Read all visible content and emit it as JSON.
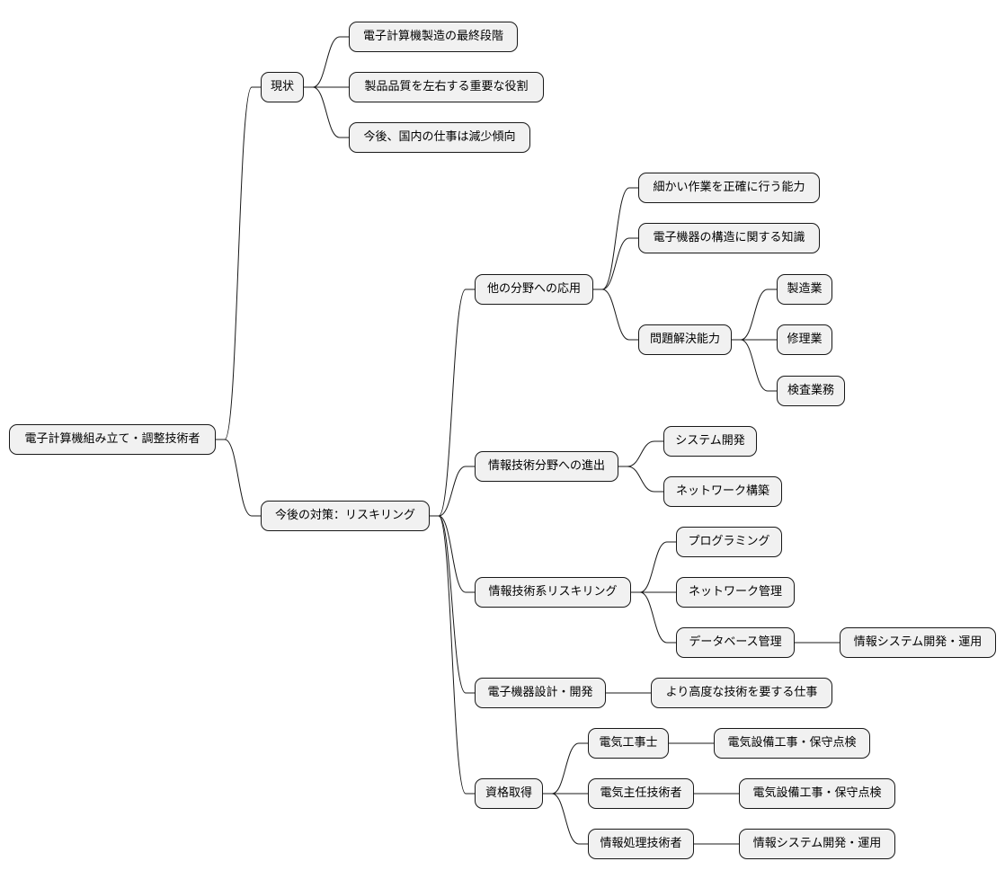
{
  "diagram": {
    "type": "mindmap",
    "colors": {
      "node_fill": "#f1f1f1",
      "node_border": "#181818",
      "edge": "#181818",
      "background": "#ffffff"
    },
    "nodes": {
      "root": "電子計算機組み立て・調整技術者",
      "genjo": "現状",
      "genjo_1": "電子計算機製造の最終段階",
      "genjo_2": "製品品質を左右する重要な役割",
      "genjo_3": "今後、国内の仕事は減少傾向",
      "taisaku": "今後の対策：リスキリング",
      "ouyou": "他の分野への応用",
      "ouyou_1": "細かい作業を正確に行う能力",
      "ouyou_2": "電子機器の構造に関する知識",
      "ouyou_3": "問題解決能力",
      "ouyou_3_1": "製造業",
      "ouyou_3_2": "修理業",
      "ouyou_3_3": "検査業務",
      "shinshutsu": "情報技術分野への進出",
      "shinshutsu_1": "システム開発",
      "shinshutsu_2": "ネットワーク構築",
      "reskill": "情報技術系リスキリング",
      "reskill_1": "プログラミング",
      "reskill_2": "ネットワーク管理",
      "reskill_3": "データベース管理",
      "reskill_3_1": "情報システム開発・運用",
      "sekkei": "電子機器設計・開発",
      "sekkei_1": "より高度な技術を要する仕事",
      "shikaku": "資格取得",
      "shikaku_1": "電気工事士",
      "shikaku_1_1": "電気設備工事・保守点検",
      "shikaku_2": "電気主任技術者",
      "shikaku_2_1": "電気設備工事・保守点検",
      "shikaku_3": "情報処理技術者",
      "shikaku_3_1": "情報システム開発・運用"
    }
  }
}
